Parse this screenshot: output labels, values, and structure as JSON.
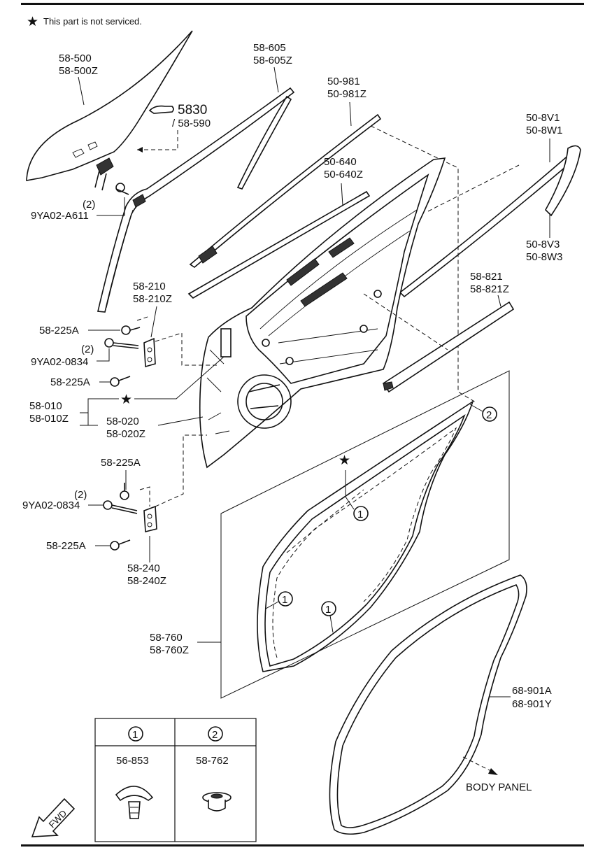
{
  "note": {
    "text": "This part is not serviced."
  },
  "labels": {
    "glass": [
      "58-500",
      "58-500Z"
    ],
    "sash": [
      "58-605",
      "58-605Z"
    ],
    "p5830": "5830",
    "p58590": "/ 58-590",
    "belt_outer": [
      "50-981",
      "50-981Z"
    ],
    "belt_inner": [
      "50-640",
      "50-640Z"
    ],
    "mould_upper": [
      "50-8V1",
      "50-8W1"
    ],
    "mould_lower": [
      "50-8V3",
      "50-8W3"
    ],
    "bolt_regulator": "9YA02-A611",
    "bolt_regulator_qty": "(2)",
    "upper_hinge": [
      "58-210",
      "58-210Z"
    ],
    "bolt_225a_1": "58-225A",
    "bolt_0834_upper": "9YA02-0834",
    "bolt_0834_upper_qty": "(2)",
    "bolt_225a_2": "58-225A",
    "door_shell": [
      "58-010",
      "58-010Z"
    ],
    "door_panel": [
      "58-020",
      "58-020Z"
    ],
    "lower_weather": [
      "58-821",
      "58-821Z"
    ],
    "bolt_225a_3": "58-225A",
    "bolt_0834_lower": "9YA02-0834",
    "bolt_0834_lower_qty": "(2)",
    "bolt_225a_4": "58-225A",
    "lower_hinge": [
      "58-240",
      "58-240Z"
    ],
    "door_seal": [
      "58-760",
      "58-760Z"
    ],
    "body_seal": [
      "68-901A",
      "68-901Y"
    ],
    "body_panel": "BODY PANEL",
    "fwd": "FWD",
    "callout_1": "1",
    "callout_2": "2"
  },
  "legend": {
    "col1_header": "1",
    "col2_header": "2",
    "col1_part": "56-853",
    "col2_part": "58-762"
  }
}
